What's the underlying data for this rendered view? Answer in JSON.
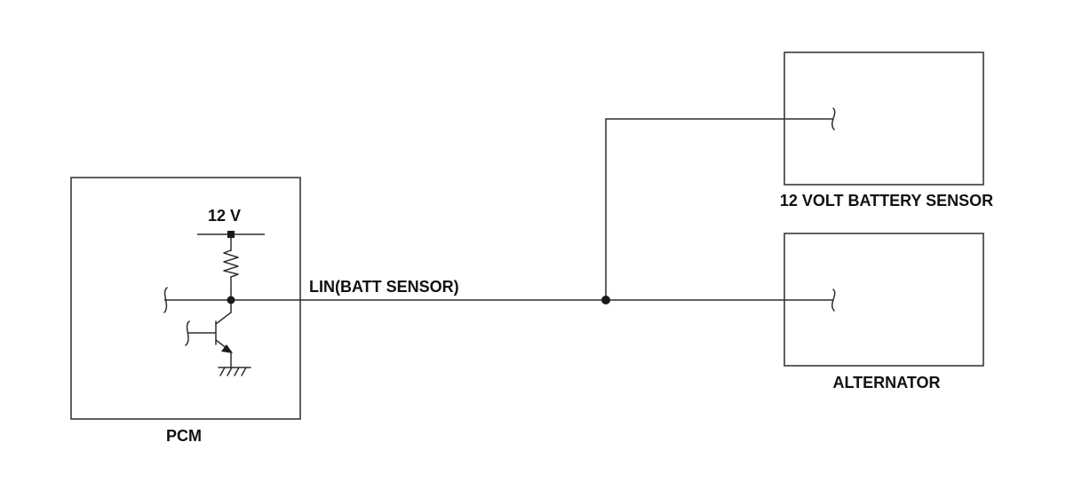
{
  "components": {
    "pcm": {
      "label": "PCM"
    },
    "battery_sensor": {
      "label": "12 VOLT BATTERY SENSOR"
    },
    "alternator": {
      "label": "ALTERNATOR"
    }
  },
  "supply": {
    "label": "12 V"
  },
  "wire": {
    "label": "LIN(BATT SENSOR)"
  },
  "colors": {
    "line": "#2e2e2e",
    "text": "#111111",
    "background": "#ffffff"
  },
  "icons": [
    "resistor-icon",
    "transistor-icon",
    "ground-icon",
    "connector-icon",
    "junction-dot-icon",
    "power-terminal-icon"
  ]
}
